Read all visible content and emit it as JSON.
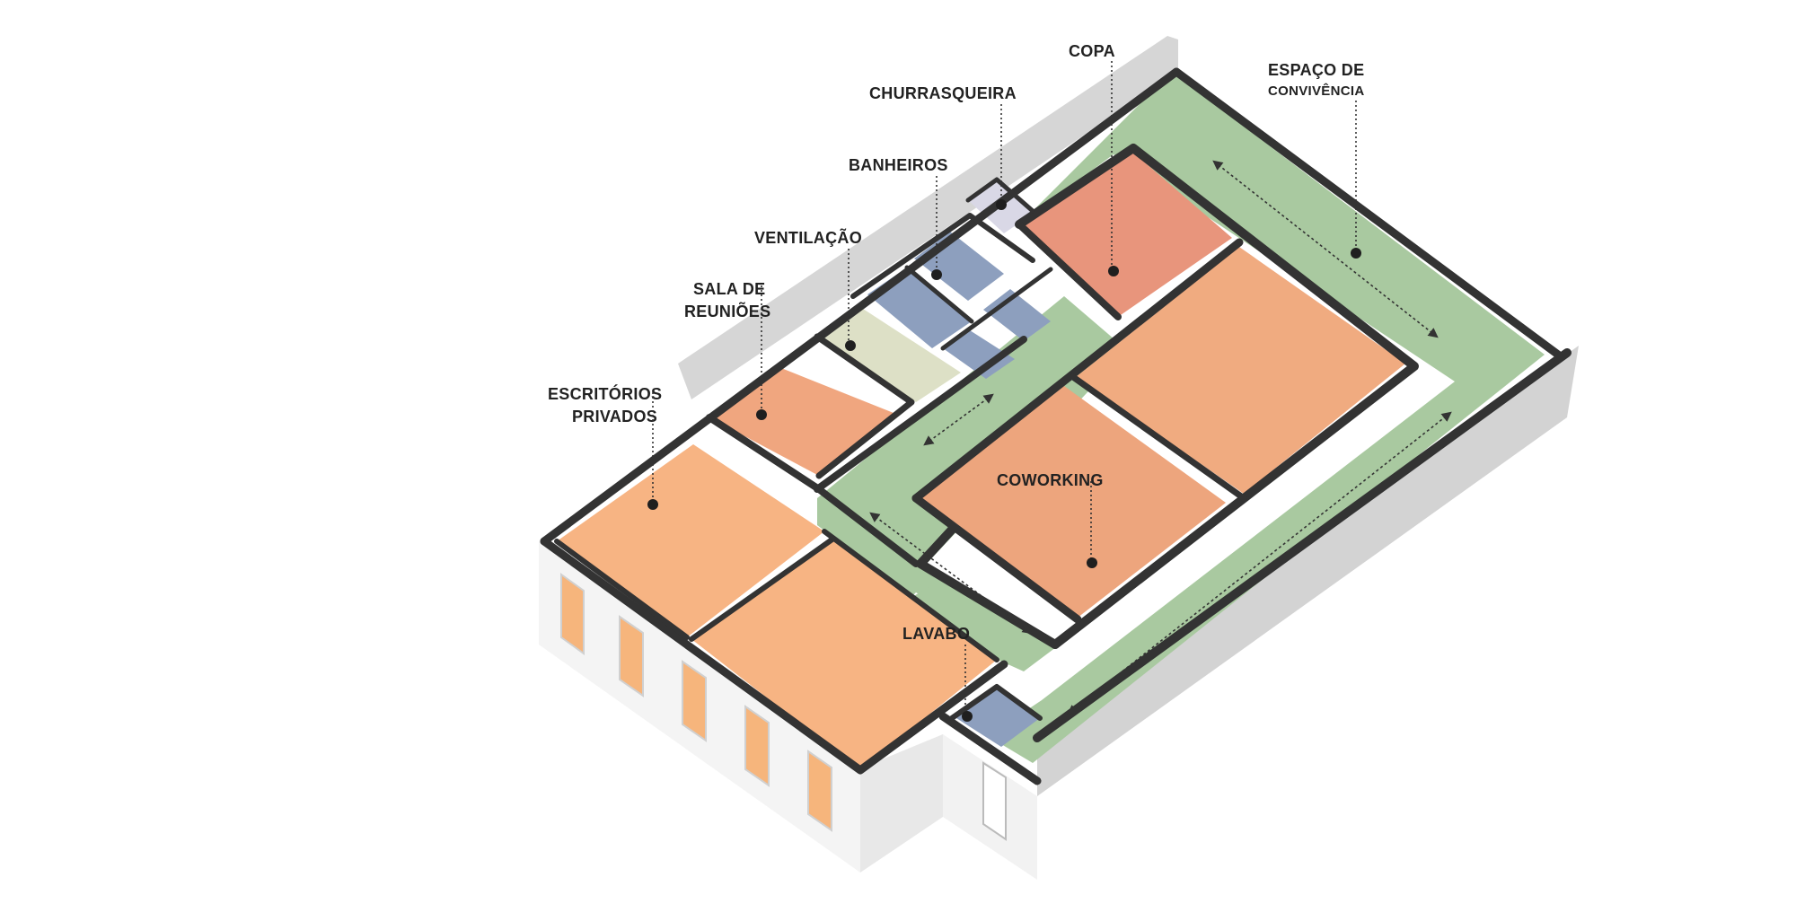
{
  "labels": {
    "copa": "COPA",
    "espaco_1": "ESPAÇO DE",
    "espaco_2": "CONVIVÊNCIA",
    "churrasqueira": "CHURRASQUEIRA",
    "banheiros": "BANHEIROS",
    "ventilacao": "VENTILAÇÃO",
    "sala_1": "SALA DE",
    "sala_2": "REUNIÕES",
    "escritorios_1": "ESCRITÓRIOS",
    "escritorios_2": "PRIVADOS",
    "coworking": "COWORKING",
    "lavabo": "LAVABO"
  },
  "colors": {
    "green": "#a9c9a0",
    "orange": "#f7b483",
    "salmon": "#e8957c",
    "blue": "#8d9fbe",
    "beige": "#dde0c6",
    "lilac": "#d9d8e6",
    "wall": "#333333",
    "facade_light": "#f4f4f4",
    "facade_dark": "#d3d3d3",
    "window": "#f6b57c"
  }
}
